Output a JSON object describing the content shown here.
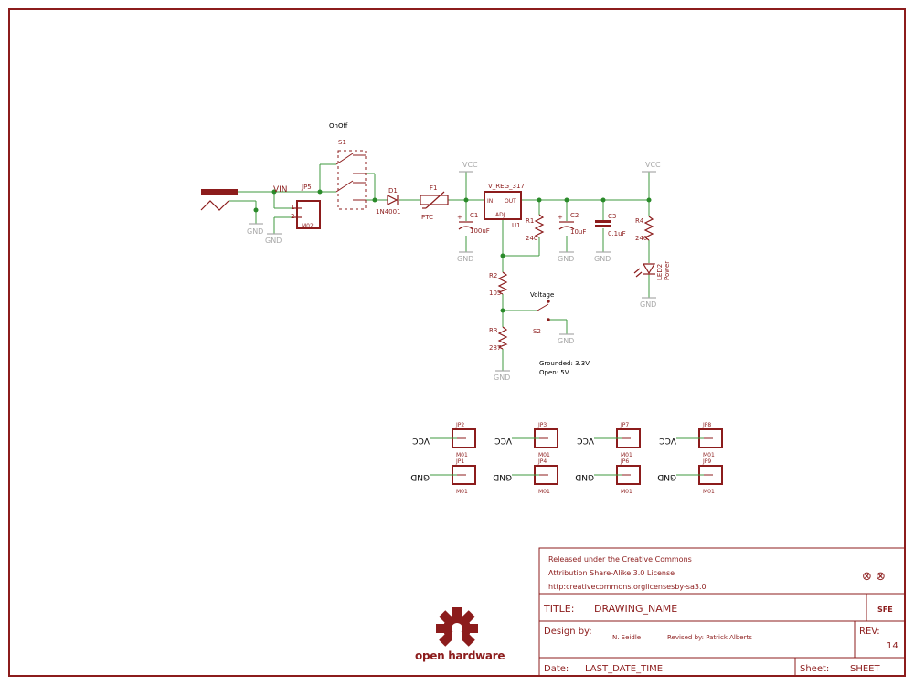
{
  "colors": {
    "frame": "#8c1c1c",
    "component": "#8c1c1c",
    "wire": "#3f9a3f",
    "junction": "#2a8a2a",
    "signal": "#a8a8a8"
  },
  "schematic": {
    "nets": {
      "vin": "VIN",
      "vcc": "VCC",
      "gnd": "GND"
    },
    "switch_s1": {
      "ref": "S1",
      "label": "OnOff"
    },
    "jack_jp5": {
      "ref": "JP5",
      "pin1": "1",
      "pin2": "2",
      "value": "M02"
    },
    "diode_d1": {
      "ref": "D1",
      "value": "1N4001"
    },
    "fuse_f1": {
      "ref": "F1",
      "value": "PTC"
    },
    "cap_c1": {
      "ref": "C1",
      "value": "100uF",
      "plus": "+"
    },
    "reg_u1": {
      "ref": "U1",
      "value": "V_REG_317",
      "pin_in": "IN",
      "pin_out": "OUT",
      "pin_adj": "ADJ"
    },
    "res_r1": {
      "ref": "R1",
      "value": "240"
    },
    "cap_c2": {
      "ref": "C2",
      "value": "10uF",
      "plus": "+"
    },
    "cap_c3": {
      "ref": "C3",
      "value": "0.1uF"
    },
    "res_r4": {
      "ref": "R4",
      "value": "240"
    },
    "led_led2": {
      "ref": "LED2",
      "value": "Power"
    },
    "res_r2": {
      "ref": "R2",
      "value": "105"
    },
    "res_r3": {
      "ref": "R3",
      "value": "287"
    },
    "switch_s2": {
      "ref": "S2",
      "label": "Voltage"
    },
    "note": {
      "line1": "Grounded: 3.3V",
      "line2": "Open: 5V"
    },
    "headers": [
      {
        "ref": "JP2",
        "value": "M01",
        "net": "VCC"
      },
      {
        "ref": "JP3",
        "value": "M01",
        "net": "VCC"
      },
      {
        "ref": "JP7",
        "value": "M01",
        "net": "VCC"
      },
      {
        "ref": "JP8",
        "value": "M01",
        "net": "VCC"
      },
      {
        "ref": "JP1",
        "value": "M01",
        "net": "GND"
      },
      {
        "ref": "JP4",
        "value": "M01",
        "net": "GND"
      },
      {
        "ref": "JP6",
        "value": "M01",
        "net": "GND"
      },
      {
        "ref": "JP9",
        "value": "M01",
        "net": "GND"
      }
    ]
  },
  "logo": {
    "text": "open hardware"
  },
  "title_block": {
    "license_line1": "Released under the Creative Commons",
    "license_line2": "Attribution Share-Alike 3.0 License",
    "license_line3": "http:creativecommons.orglicensesby-sa3.0",
    "cc_symbols": "⊗ ⊗",
    "title_label": "TITLE:",
    "title_value": "DRAWING_NAME",
    "company": "SFE",
    "design_label": "Design by:",
    "designer": "N. Seidle",
    "revised": "Revised by: Patrick Alberts",
    "rev_label": "REV:",
    "rev_value": "14",
    "date_label": "Date:",
    "date_value": "LAST_DATE_TIME",
    "sheet_label": "Sheet:",
    "sheet_value": "SHEET"
  }
}
